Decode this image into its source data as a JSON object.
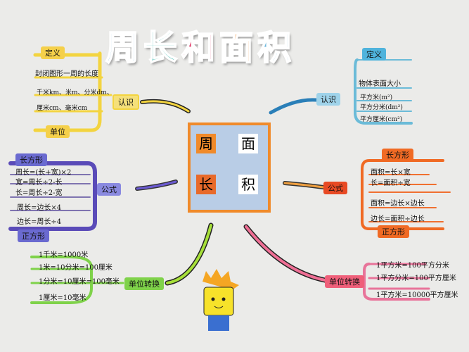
{
  "title": {
    "chars": [
      "周",
      "长",
      "和",
      "面",
      "积"
    ],
    "colors": [
      "#2a8fd0",
      "#2bb3a8",
      "#e23b6a",
      "#f08a2a",
      "#6fb8dd"
    ]
  },
  "center": {
    "tl": "周",
    "tr": "面",
    "bl": "长",
    "br": "积"
  },
  "perimeter": {
    "recognize": {
      "label": "认识",
      "definition_label": "定义",
      "definition": "封闭图形一周的长度",
      "units_label": "单位",
      "units": [
        "千米km、米m、分米dm、",
        "厘米cm、毫米cm"
      ]
    },
    "formula": {
      "label": "公式",
      "rectangle_label": "长方形",
      "rectangle": [
        "周长=(长+宽)×2",
        "宽=周长÷2-长",
        "长=周长÷2-宽"
      ],
      "square_label": "正方形",
      "square": [
        "周长=边长×4",
        "边长=周长÷4"
      ]
    },
    "conversion": {
      "label": "单位转换",
      "items": [
        "1千米=1000米",
        "1米=10分米=100厘米",
        "1分米=10厘米=100毫米",
        "1厘米=10毫米"
      ]
    }
  },
  "area": {
    "recognize": {
      "label": "认识",
      "definition_label": "定义",
      "definition": "物体表面大小",
      "units": [
        "平方米(m²)",
        "平方分米(dm²)",
        "平方厘米(cm²)"
      ]
    },
    "formula": {
      "label": "公式",
      "rectangle_label": "长方形",
      "rectangle": [
        "面积=长×宽",
        "长=面积÷宽"
      ],
      "square_label": "正方形",
      "square": [
        "面积=边长×边长",
        "边长=面积÷边长"
      ]
    },
    "conversion": {
      "label": "单位转换",
      "items": [
        "1平方米=100平方分米",
        "1平方分米=100平方厘米",
        "1平方米=10000平方厘米"
      ]
    }
  }
}
